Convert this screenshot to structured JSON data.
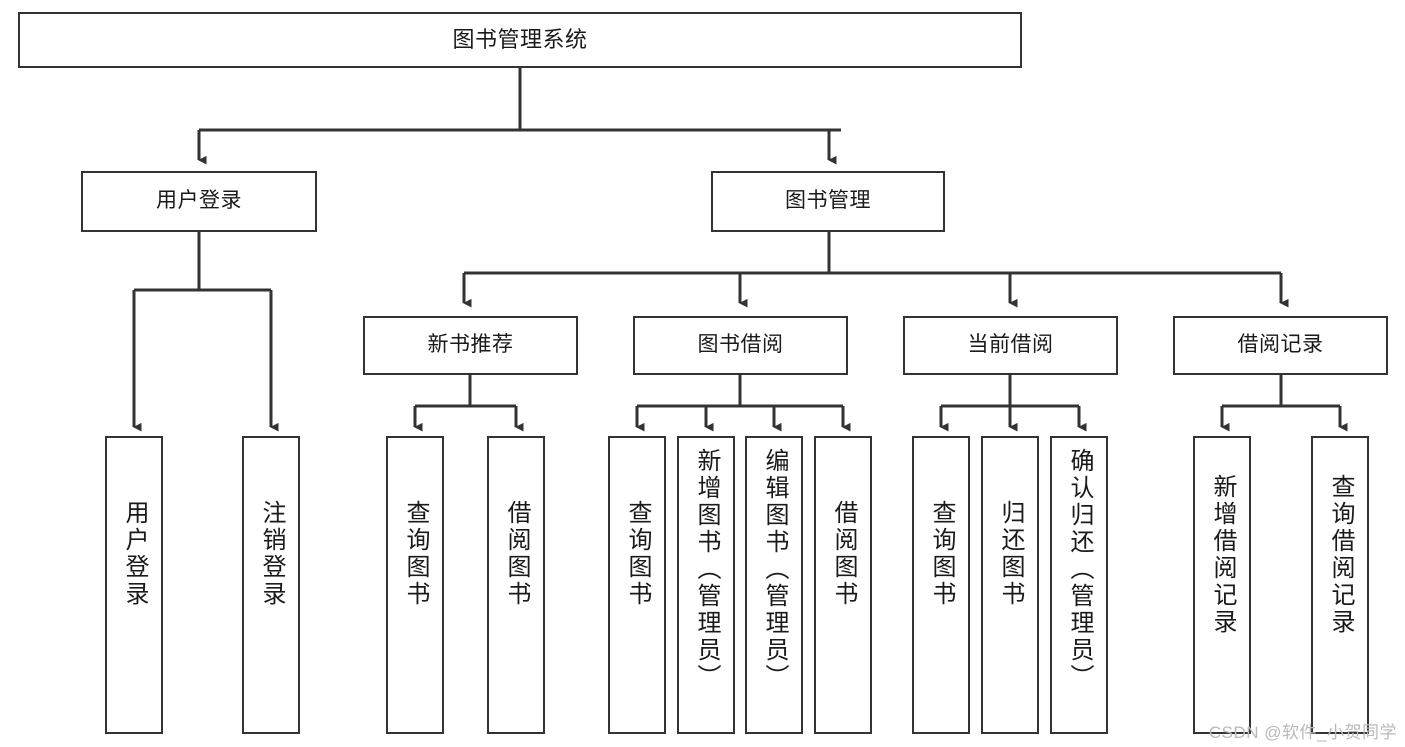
{
  "diagram": {
    "title": "图书管理系统",
    "type": "tree-hierarchy-diagram",
    "colors": {
      "box_border": "#333333",
      "box_fill": "#ffffff",
      "edge": "#333333",
      "text": "#1a1a1a",
      "watermark": "#b9b9b9",
      "background": "#ffffff"
    },
    "root": {
      "label": "图书管理系统"
    },
    "level2": [
      {
        "label": "用户登录"
      },
      {
        "label": "图书管理"
      }
    ],
    "level3": [
      {
        "label": "新书推荐"
      },
      {
        "label": "图书借阅"
      },
      {
        "label": "当前借阅"
      },
      {
        "label": "借阅记录"
      }
    ],
    "leaves": {
      "user_login": [
        {
          "label": "用户登录"
        },
        {
          "label": "注销登录"
        }
      ],
      "new_book_recommend": [
        {
          "label": "查询图书"
        },
        {
          "label": "借阅图书"
        }
      ],
      "book_borrow": [
        {
          "label": "查询图书"
        },
        {
          "label": "新增图书（管理员）"
        },
        {
          "label": "编辑图书（管理员）"
        },
        {
          "label": "借阅图书"
        }
      ],
      "current_borrow": [
        {
          "label": "查询图书"
        },
        {
          "label": "归还图书"
        },
        {
          "label": "确认归还（管理员）"
        }
      ],
      "borrow_record": [
        {
          "label": "新增借阅记录"
        },
        {
          "label": "查询借阅记录"
        }
      ]
    }
  },
  "watermark": {
    "text": "CSDN @软件_小贺同学"
  }
}
